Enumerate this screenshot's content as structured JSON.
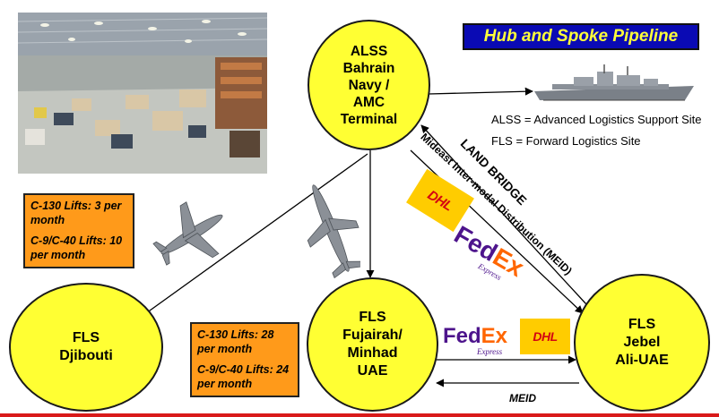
{
  "title": "Hub and Spoke Pipeline",
  "hub": {
    "lines": [
      "ALSS",
      "Bahrain",
      "Navy /",
      "AMC",
      "Terminal"
    ]
  },
  "nodes": {
    "djibouti": {
      "lines": [
        "FLS",
        "Djibouti"
      ]
    },
    "fujairah": {
      "lines": [
        "FLS",
        "Fujairah/",
        "Minhad",
        "UAE"
      ]
    },
    "jebel_ali": {
      "lines": [
        "FLS",
        "Jebel",
        "Ali-UAE"
      ]
    }
  },
  "legend": {
    "alss": "ALSS = Advanced Logistics Support Site",
    "fls": "FLS = Forward Logistics Site"
  },
  "lifts_djibouti": {
    "c130": "C-130 Lifts:  3 per month",
    "c9": "C-9/C-40 Lifts: 10 per month"
  },
  "lifts_fujairah": {
    "c130": "C-130 Lifts:  28 per month",
    "c9": "C-9/C-40 Lifts: 24 per month"
  },
  "land_bridge": "LAND BRIDGE",
  "meid_full": "Mideast Inter-modal Distribution (MEID)",
  "meid_short": "MEID",
  "logos": {
    "dhl": "DHL",
    "fedex_fed": "Fed",
    "fedex_ex": "Ex",
    "fedex_sub": "Express"
  },
  "colors": {
    "node_fill": "#ffff33",
    "title_bg": "#0a0ab4",
    "title_text": "#ffff3a",
    "lifts_bg": "#ff9a1a",
    "dhl_yellow": "#ffcc00",
    "dhl_red": "#d40511",
    "fedex_purple": "#4d148c",
    "fedex_orange": "#ff6600",
    "bottom_rule": "#d91a1a"
  },
  "icons": [
    "warehouse-photo",
    "navy-ship-icon",
    "cargo-plane-icon",
    "dhl-logo",
    "fedex-logo"
  ]
}
